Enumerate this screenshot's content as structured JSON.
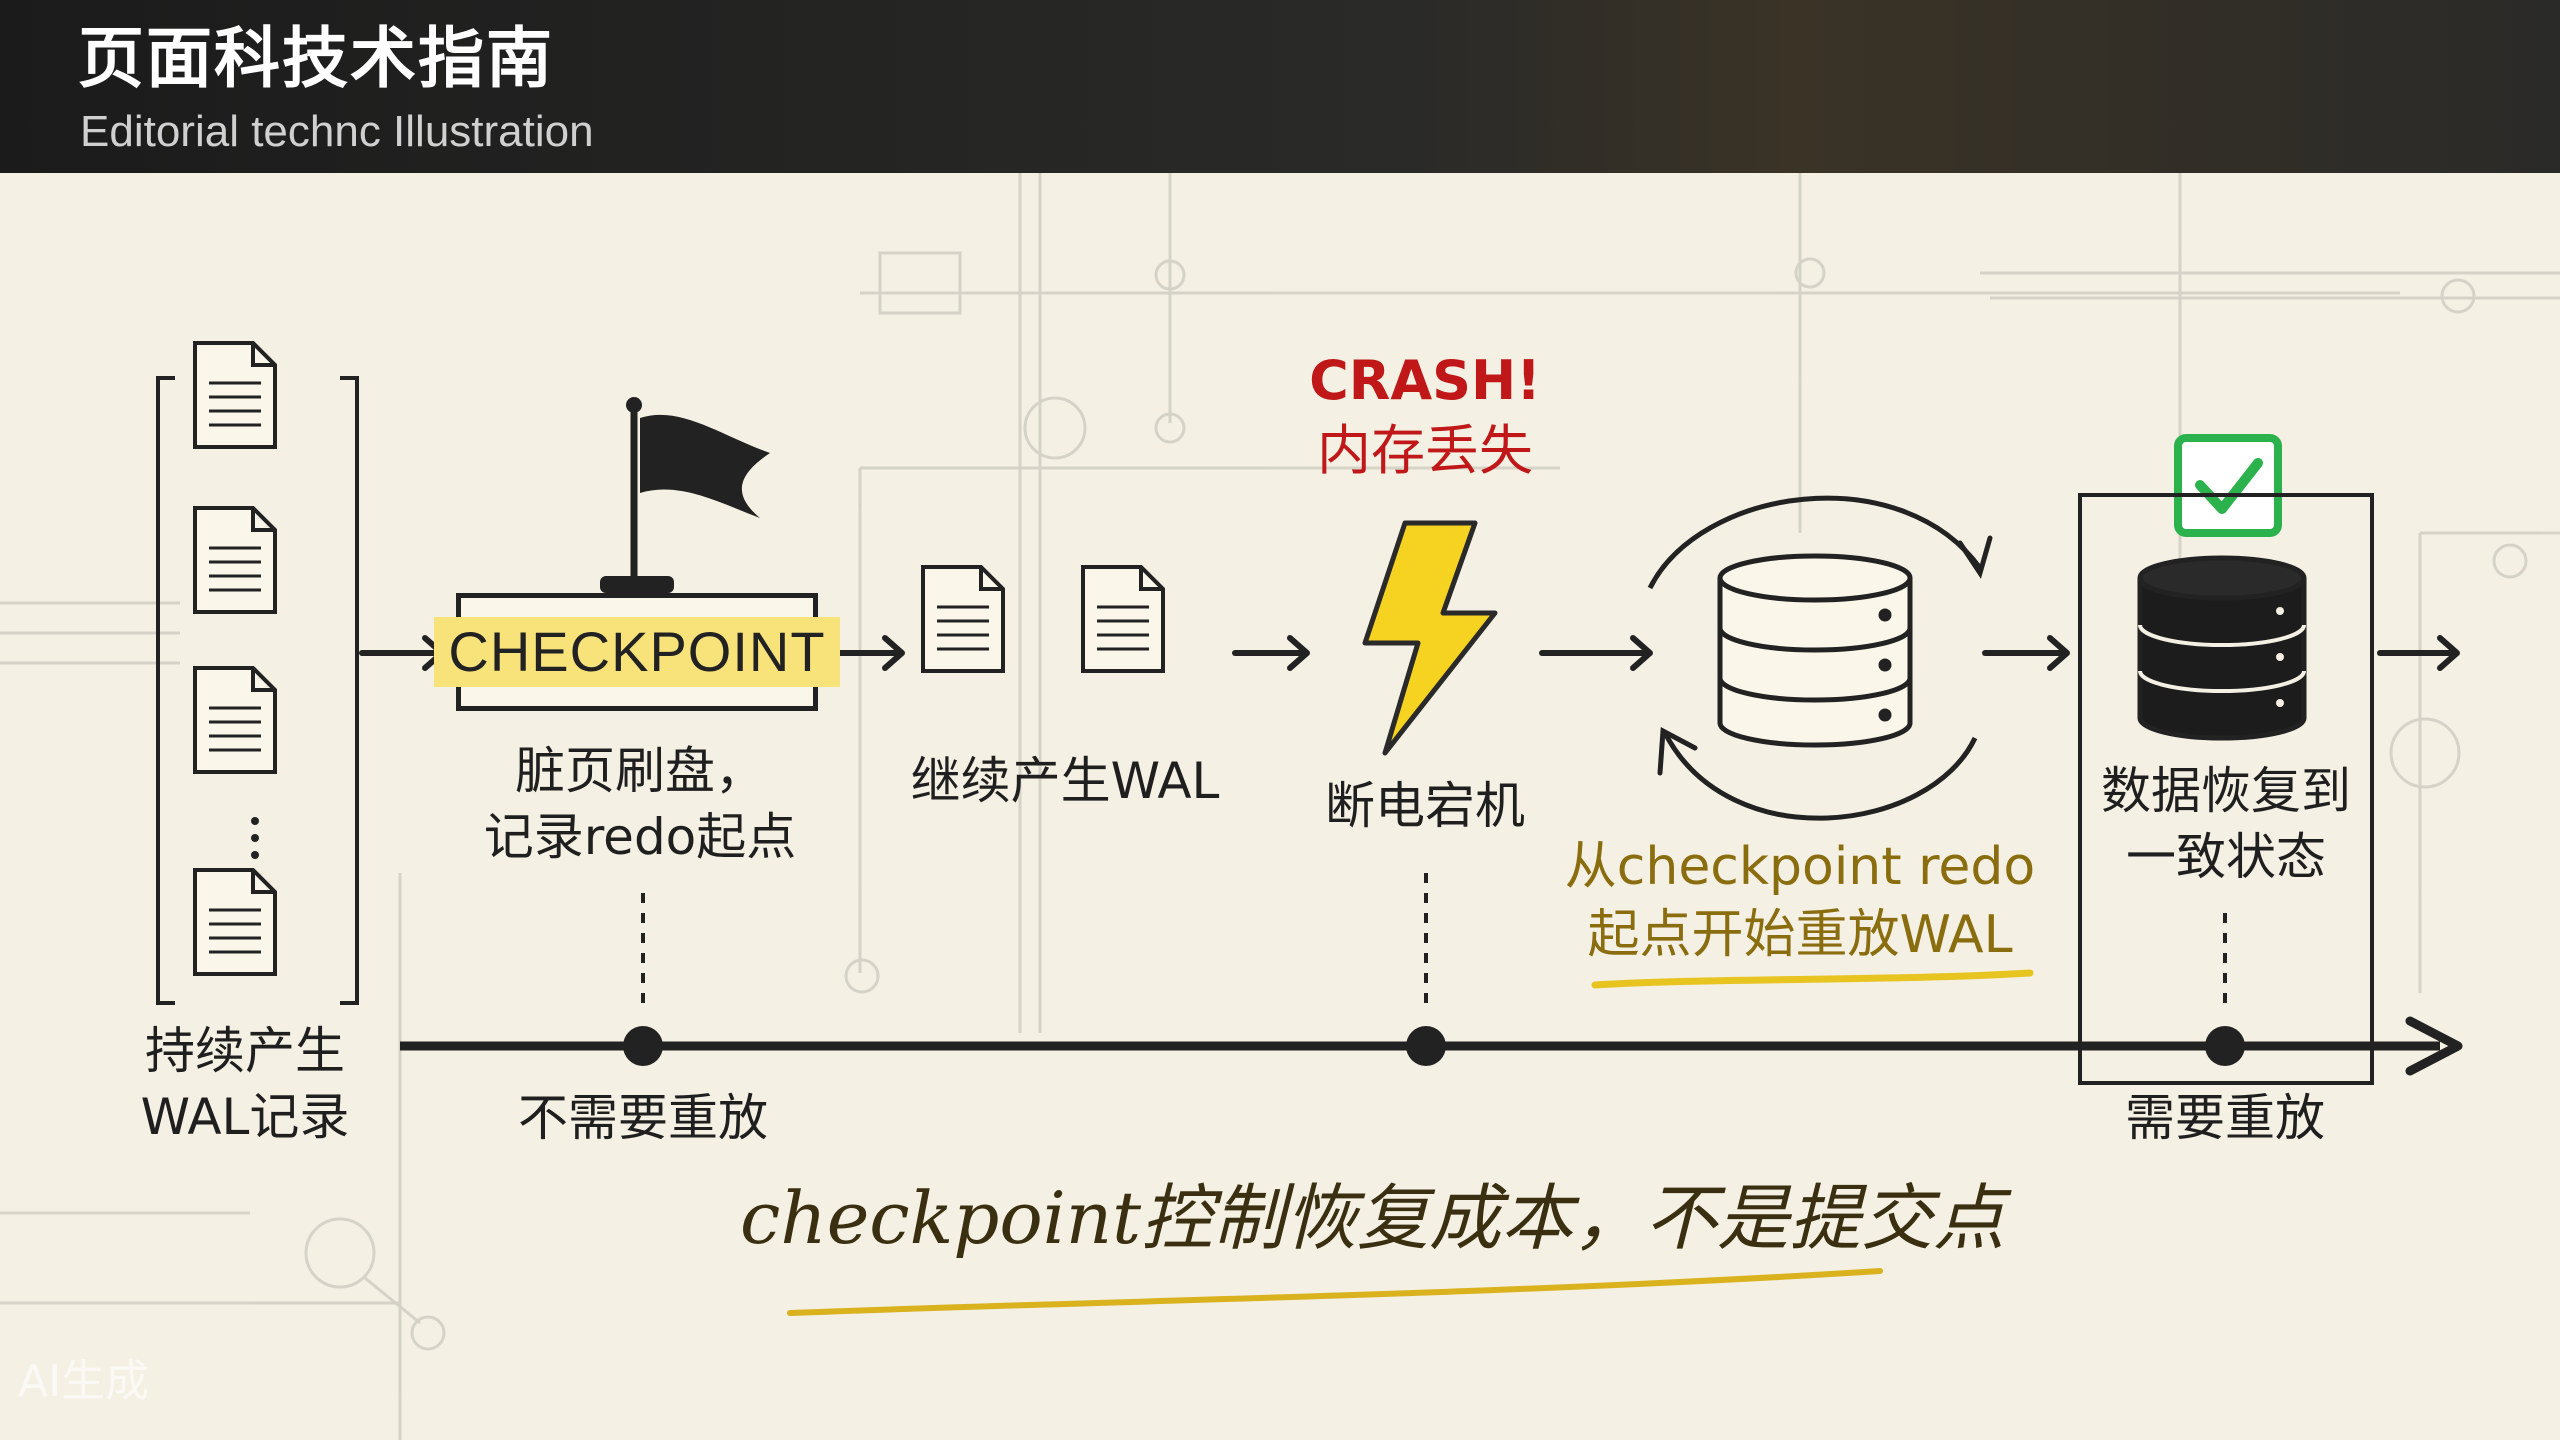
{
  "header": {
    "title": "页面科技术指南",
    "subtitle": "Editorial technc Illustration"
  },
  "steps": {
    "wal": {
      "line1": "持续产生",
      "line2": "WAL记录"
    },
    "checkpoint": {
      "badge": "CHECKPOINT",
      "line1": "脏页刷盘，",
      "line2": "记录redo起点"
    },
    "continue": {
      "label": "继续产生WAL"
    },
    "crash": {
      "title": "CRASH!",
      "subtitle": "内存丢失",
      "label": "断电宕机"
    },
    "recovery": {
      "line1": "从checkpoint redo",
      "line2": "起点开始重放WAL"
    },
    "consistent": {
      "line1": "数据恢复到",
      "line2": "一致状态"
    }
  },
  "timeline": {
    "no_replay": "不需要重放",
    "need_replay": "需要重放"
  },
  "bottom_note": "checkpoint控制恢复成本，不是提交点",
  "watermark": "AI生成",
  "colors": {
    "highlight": "#f7e37a",
    "crash_red": "#c01818",
    "bolt_yellow": "#f6d321",
    "check_green": "#2bb24c",
    "underline_yellow": "#e8c421"
  },
  "icons": [
    "document-icon",
    "flag-icon",
    "lightning-icon",
    "database-icon",
    "refresh-arrows-icon",
    "checkmark-icon"
  ]
}
